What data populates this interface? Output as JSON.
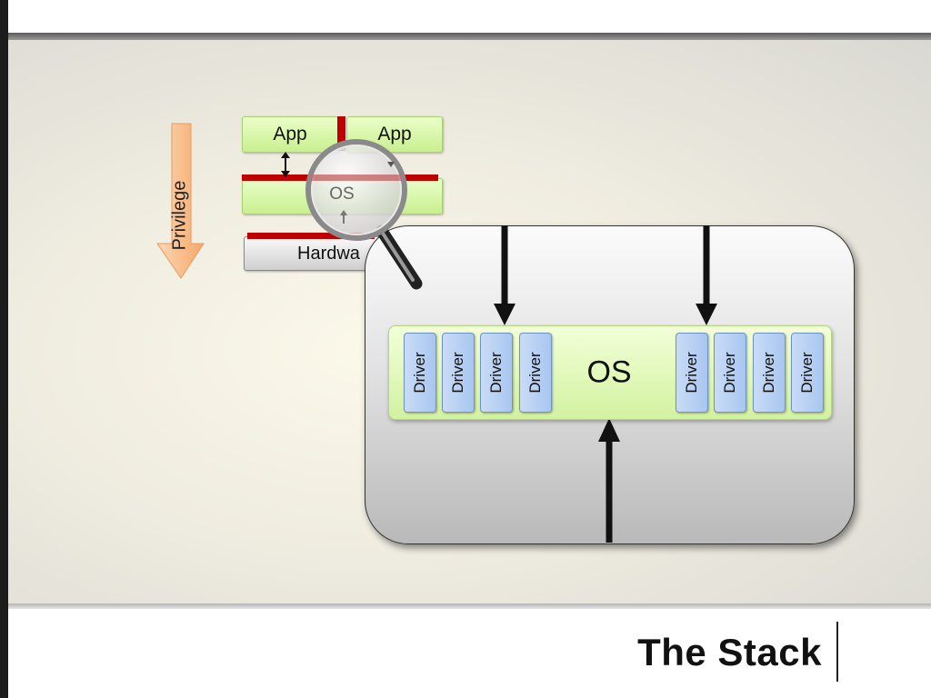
{
  "slide": {
    "title": "The Stack"
  },
  "privilege": {
    "label": "Privilege",
    "arrow_color": "#f8b27a"
  },
  "stack": {
    "app_left": "App",
    "app_right": "App",
    "os": "OS",
    "hardware": "Hardwa",
    "boundary_color": "#c00000",
    "app_color": "#d4f5a4"
  },
  "zoom": {
    "os_label": "OS",
    "drivers": [
      "Driver",
      "Driver",
      "Driver",
      "Driver",
      "Driver",
      "Driver",
      "Driver",
      "Driver"
    ],
    "driver_color": "#b9d1f3"
  },
  "icons": {
    "magnifier": "magnifier-icon"
  }
}
